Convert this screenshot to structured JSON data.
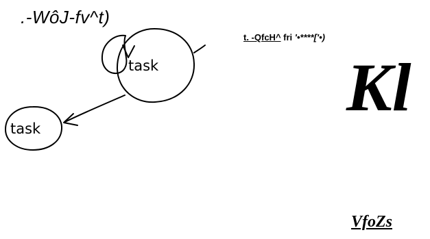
{
  "header": {
    "text": ".-WôJ-fv^t)"
  },
  "diagram": {
    "nodes": [
      {
        "label": "task"
      },
      {
        "label": "task"
      }
    ]
  },
  "subtitle": {
    "part1": "t. -QfcH^",
    "part2": " fri ",
    "part3": "'•****['•)"
  },
  "big_text": "Kl",
  "footer_label": "VfoZs"
}
